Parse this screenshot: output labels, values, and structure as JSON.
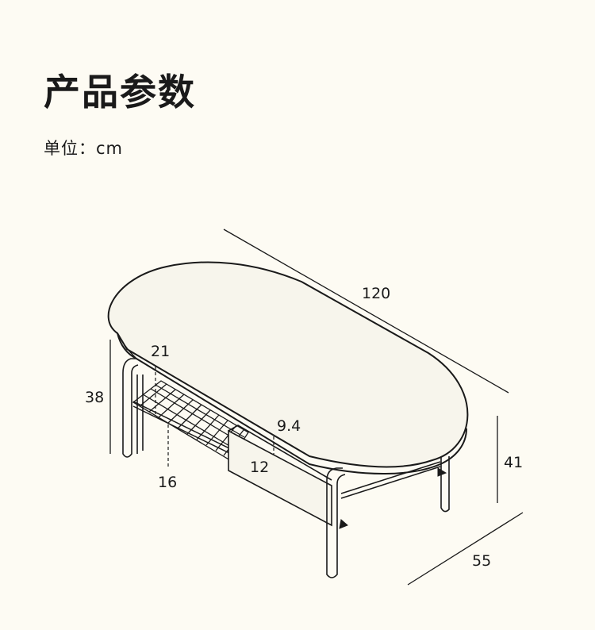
{
  "header": {
    "title": "产品参数",
    "unit_label": "单位：cm"
  },
  "dimensions": {
    "length": "120",
    "total_height": "38",
    "height_right": "41",
    "depth": "55",
    "shelf_height": "21",
    "drawer_depth": "9.4",
    "drawer_height": "12",
    "shelf_clearance": "16"
  },
  "colors": {
    "background": "#fdfbf3",
    "line": "#1a1a1a",
    "tabletop": "#f7f5ec"
  }
}
